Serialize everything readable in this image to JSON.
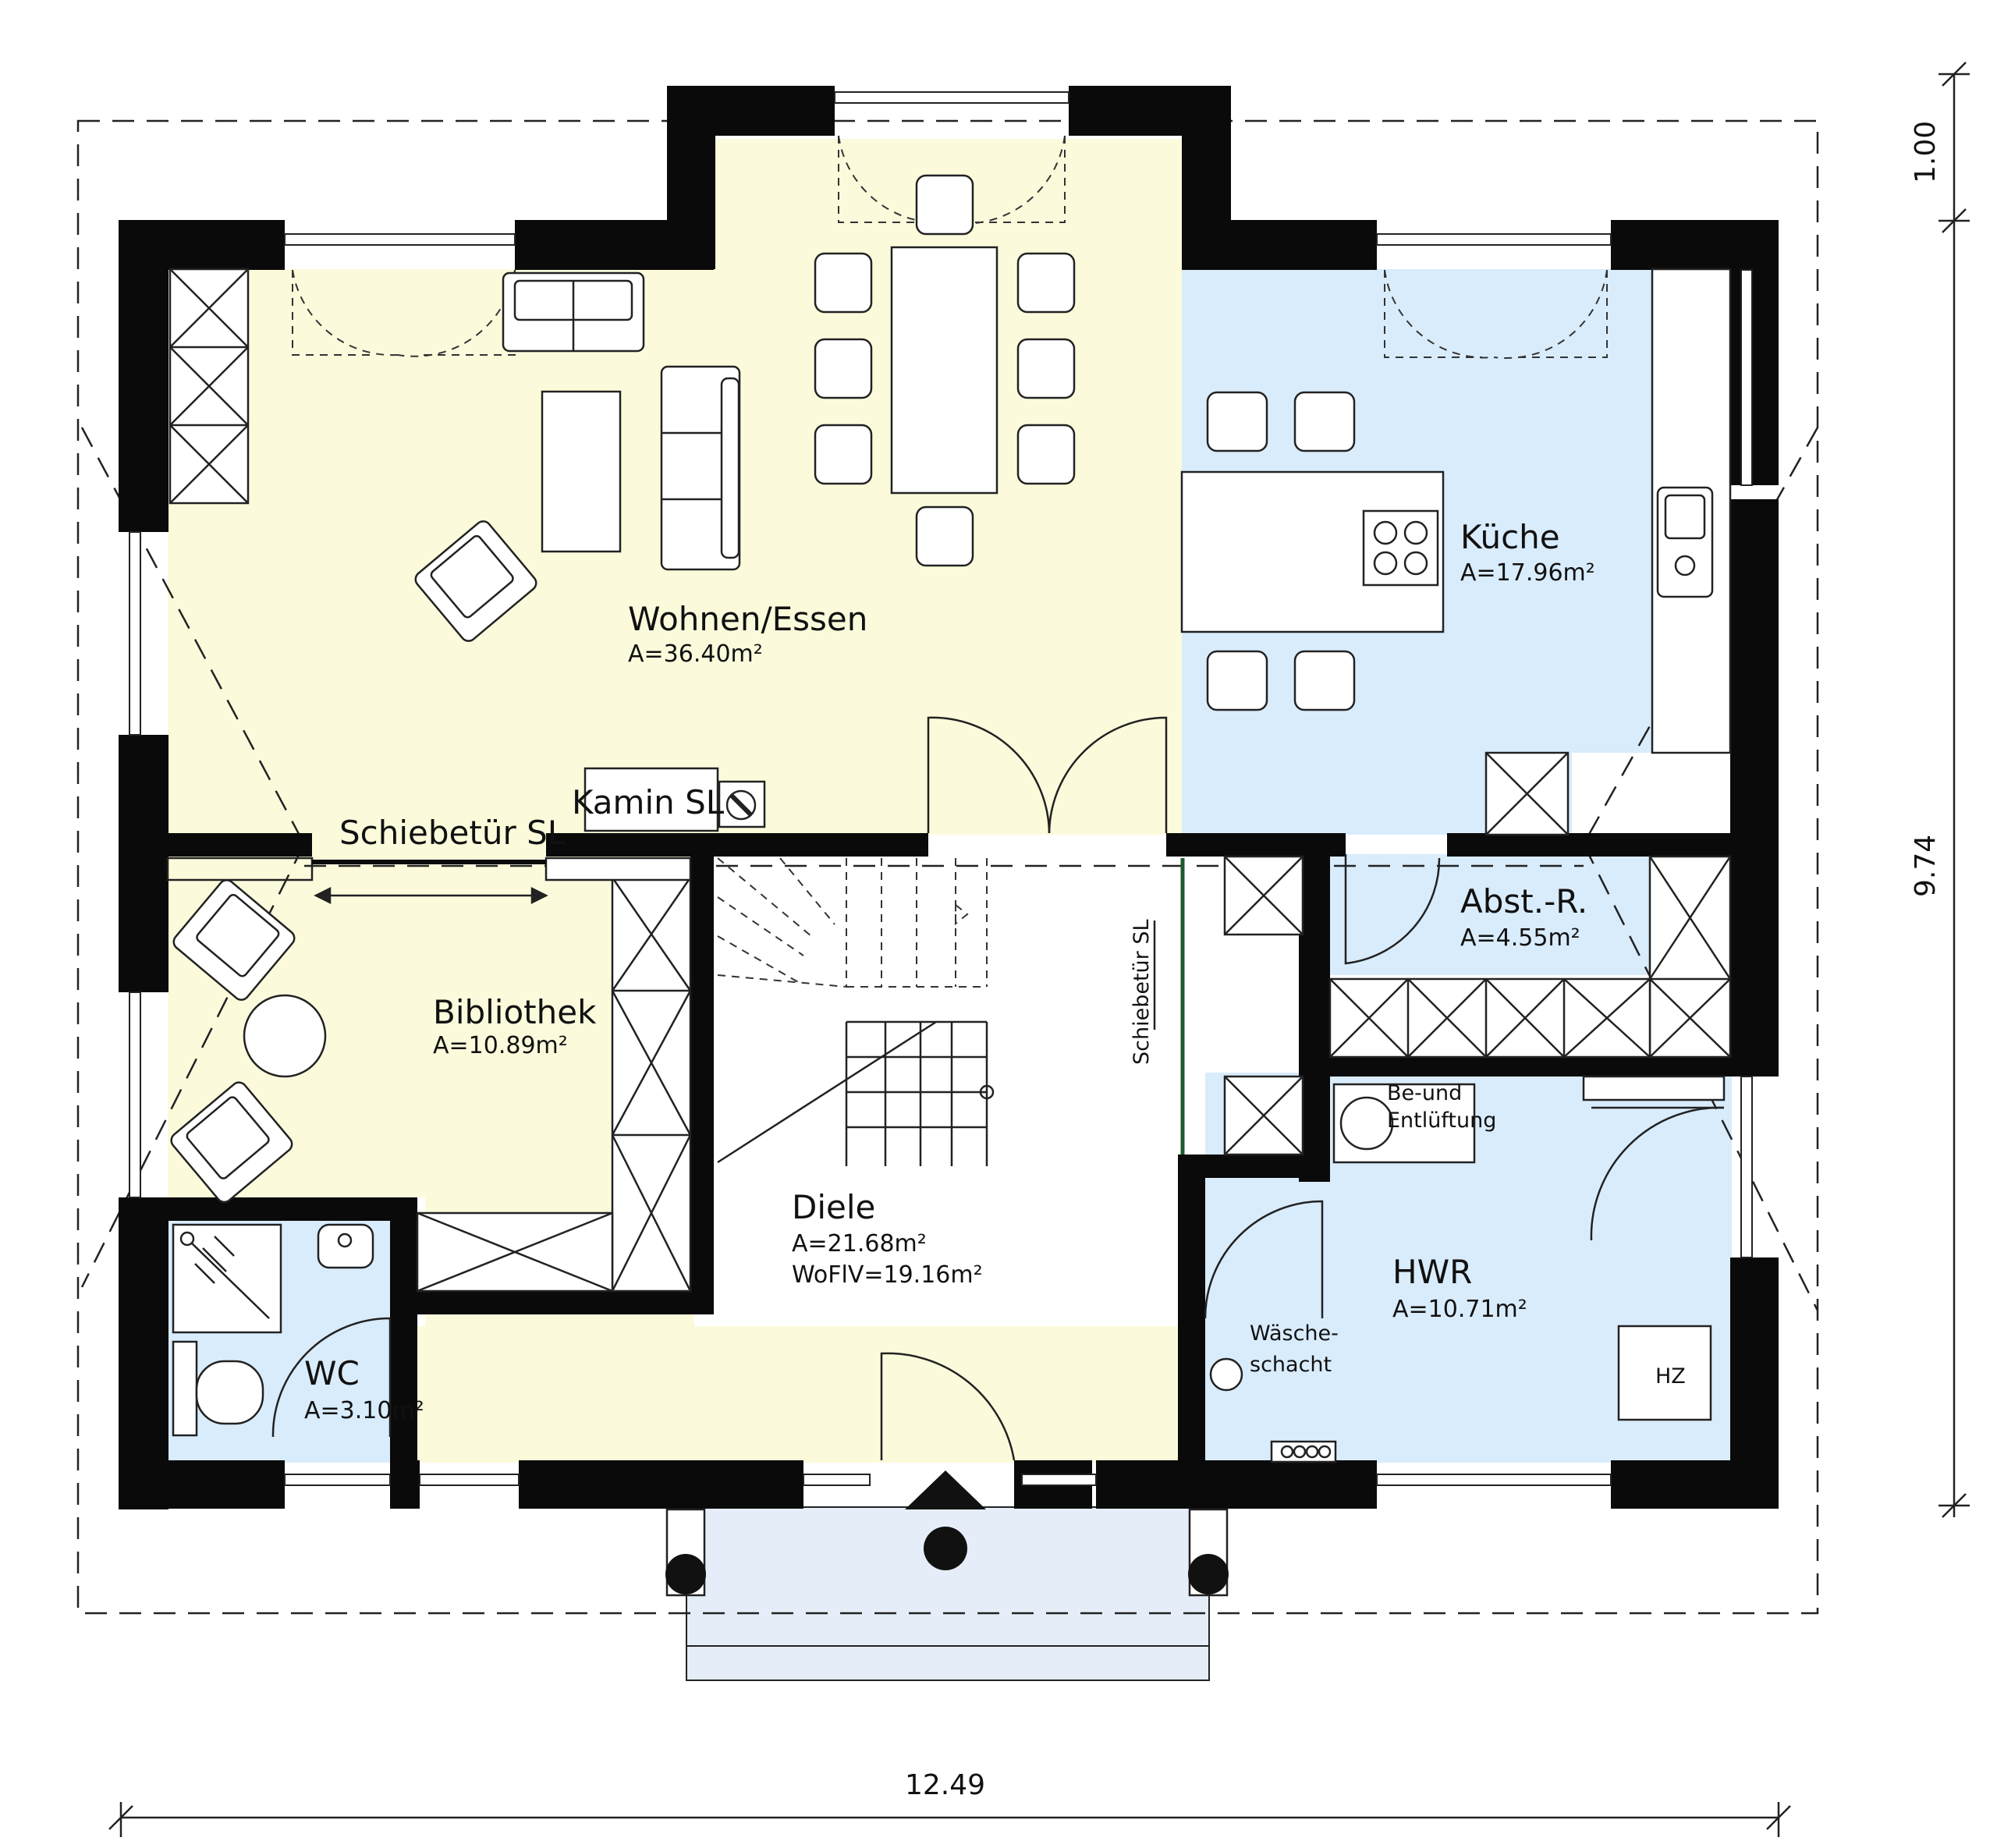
{
  "rooms": {
    "wohnen": {
      "name": "Wohnen/Essen",
      "area": "A=36.40m²"
    },
    "kueche": {
      "name": "Küche",
      "area": "A=17.96m²"
    },
    "bibliothek": {
      "name": "Bibliothek",
      "area": "A=10.89m²"
    },
    "abst": {
      "name": "Abst.-R.",
      "area": "A=4.55m²"
    },
    "diele": {
      "name": "Diele",
      "area": "A=21.68m²",
      "wofl": "WoFlV=19.16m²"
    },
    "wc": {
      "name": "WC",
      "area": "A=3.10m²"
    },
    "hwr": {
      "name": "HWR",
      "area": "A=10.71m²"
    }
  },
  "labels": {
    "schiebetuer_top": "Schiebetür SL",
    "kamin": "Kamin SL",
    "schiebetuer_vert": "Schiebetür SL",
    "lueftung_1": "Be-und",
    "lueftung_2": "Entlüftung",
    "wasche_1": "Wäsche-",
    "wasche_2": "schacht",
    "hz": "HZ"
  },
  "dimensions": {
    "width": "12.49",
    "height": "9.74",
    "overhang": "1.00"
  },
  "colors": {
    "wohnen_fill": "#fbfbdc",
    "kueche_fill": "#d9ecfc",
    "terrace_fill": "#e5eef8",
    "wall": "#0a0a0a"
  }
}
